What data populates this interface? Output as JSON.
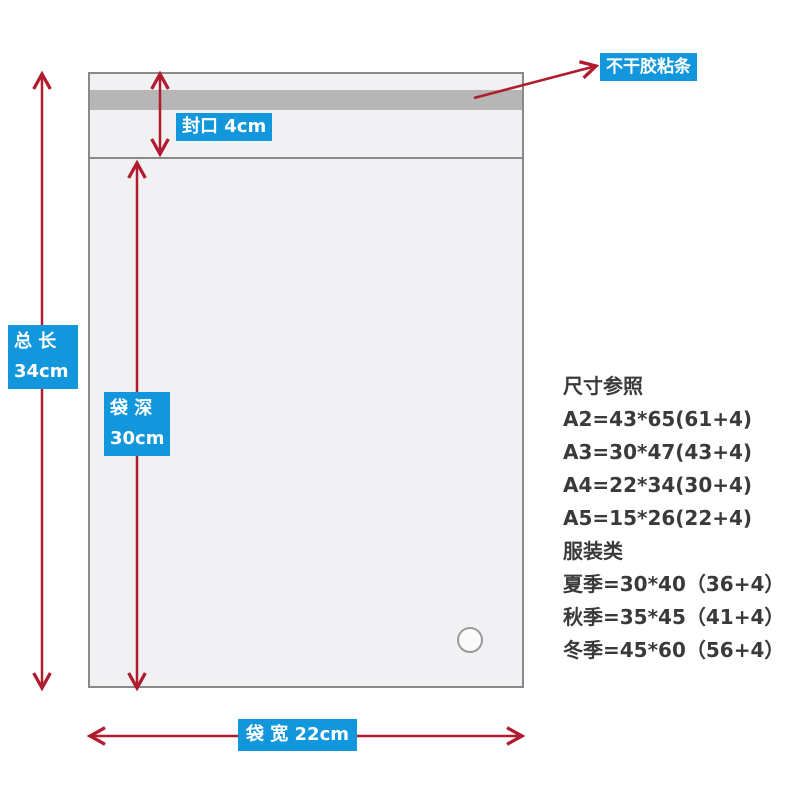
{
  "labels": {
    "tape": "不干胶粘条",
    "seal": "封口 4cm",
    "total_title": "总 长",
    "total_value": "34cm",
    "depth_title": "袋 深",
    "depth_value": "30cm",
    "width": "袋 宽 22cm"
  },
  "size_reference": {
    "title": "尺寸参照",
    "paper": [
      "A2=43*65(61+4)",
      "A3=30*47(43+4)",
      "A4=22*34(30+4)",
      "A5=15*26(22+4)"
    ],
    "clothing_title": "服装类",
    "clothing": [
      "夏季=30*40（36+4）",
      "秋季=35*45（41+4）",
      "冬季=45*60（56+4）"
    ]
  },
  "colors": {
    "label_bg": "#1296dc",
    "arrow": "#b01c2e",
    "bag_border": "#8a8a8a",
    "bag_fill": "#f1f1f3",
    "tape": "#b6b6b6"
  }
}
